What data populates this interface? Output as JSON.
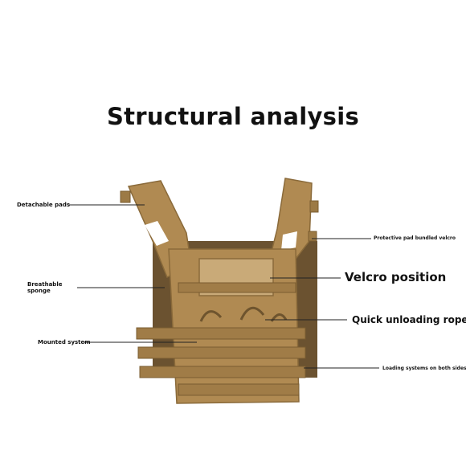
{
  "title": "Structural analysis",
  "labels": {
    "detachable_pads": "Detachable pads",
    "breathable_sponge_1": "Breathable",
    "breathable_sponge_2": "sponge",
    "mounted_system": "Mounted system",
    "protective_pad": "Protective pad bundled velcro",
    "velcro_position": "Velcro position",
    "quick_unloading_rope": "Quick unloading rope",
    "loading_systems": "Loading systems on both sides"
  },
  "colors": {
    "vest_main": "#b08a52",
    "vest_dark": "#8a6a3a",
    "vest_light": "#c7a46e",
    "velcro_patch": "#c9aa78",
    "leader_line": "#222222"
  }
}
